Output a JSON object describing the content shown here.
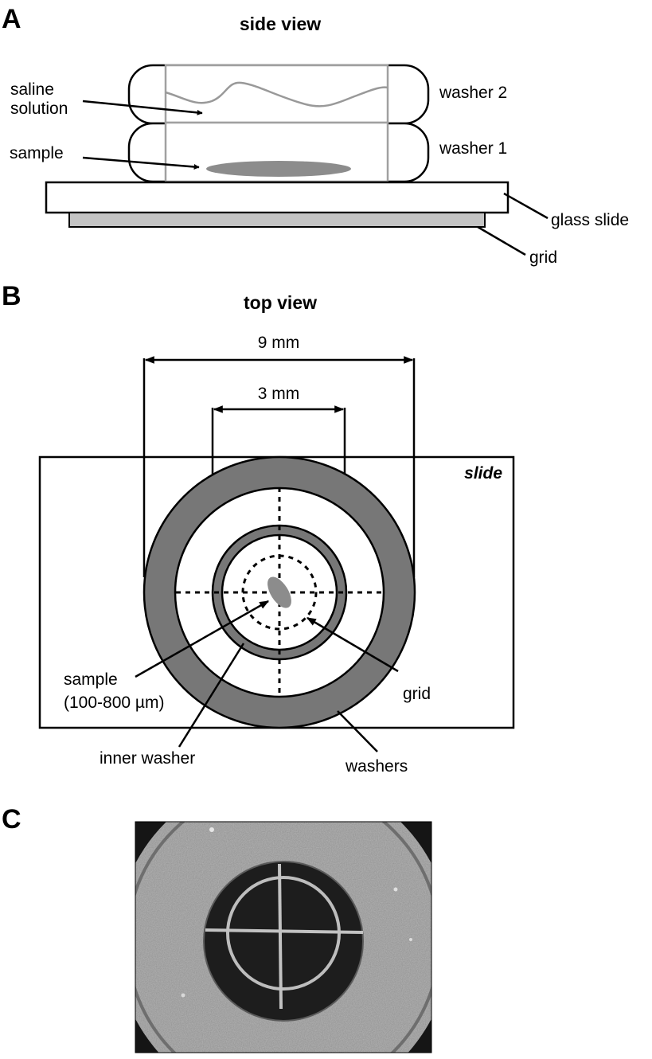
{
  "panels": {
    "a": {
      "letter": "A",
      "heading": "side view",
      "labels": {
        "saline_line1": "saline",
        "saline_line2": "solution",
        "sample": "sample",
        "washer2": "washer 2",
        "washer1": "washer 1",
        "glass_slide": "glass slide",
        "grid": "grid"
      }
    },
    "b": {
      "letter": "B",
      "heading": "top view",
      "labels": {
        "dim_outer": "9 mm",
        "dim_inner": "3 mm",
        "slide": "slide",
        "sample_line1": "sample",
        "sample_line2": "(100-800 µm)",
        "grid": "grid",
        "inner_washer": "inner washer",
        "washers": "washers"
      }
    },
    "c": {
      "letter": "C"
    }
  },
  "colors": {
    "washer_fill": "#777777",
    "sample_fill": "#8c8c8c",
    "grid_fill": "#c4c4c4",
    "compartment_outline": "#a0a0a0",
    "photo_background": "#8f8f8f",
    "photo_dark": "#1d1d1d"
  }
}
